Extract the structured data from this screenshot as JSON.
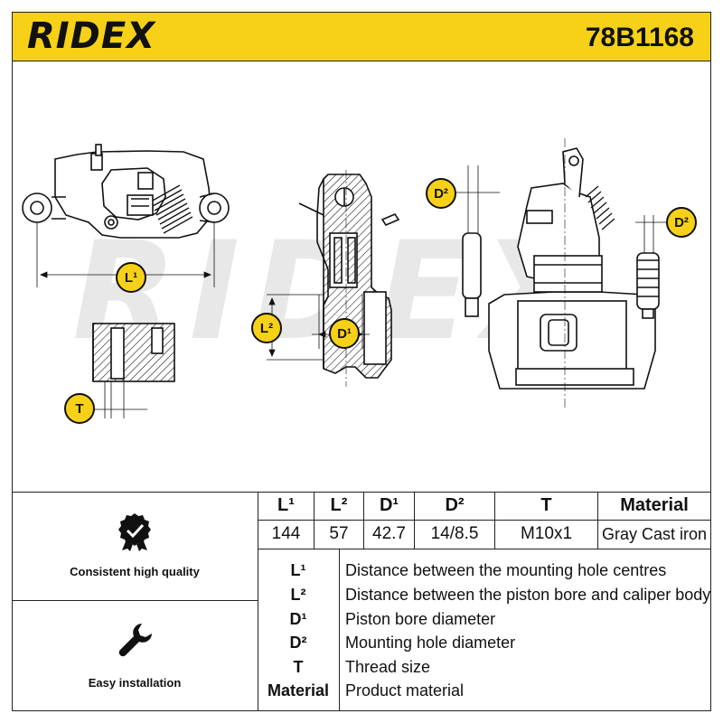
{
  "header": {
    "brand": "RIDEX",
    "part_number": "78B1168"
  },
  "watermark": "RIDEX",
  "callouts": {
    "l1": "L¹",
    "l2": "L²",
    "d1": "D¹",
    "d2_left": "D²",
    "d2_right": "D²",
    "t": "T"
  },
  "features": [
    {
      "label": "Consistent high quality",
      "icon": "quality-badge-icon"
    },
    {
      "label": "Easy installation",
      "icon": "wrench-icon"
    }
  ],
  "specs": {
    "headers": [
      "L¹",
      "L²",
      "D¹",
      "D²",
      "T",
      "Material"
    ],
    "values": [
      "144",
      "57",
      "42.7",
      "14/8.5",
      "M10x1",
      "Gray Cast iron"
    ]
  },
  "legend": [
    {
      "code": "L¹",
      "desc": "Distance between the mounting hole centres"
    },
    {
      "code": "L²",
      "desc": "Distance between the piston bore and caliper body"
    },
    {
      "code": "D¹",
      "desc": "Piston bore diameter"
    },
    {
      "code": "D²",
      "desc": "Mounting hole diameter"
    },
    {
      "code": "T",
      "desc": "Thread size"
    },
    {
      "code": "Material",
      "desc": "Product material"
    }
  ],
  "colors": {
    "accent": "#f7d117",
    "ink": "#111111",
    "watermark": "#e6e6e6"
  }
}
